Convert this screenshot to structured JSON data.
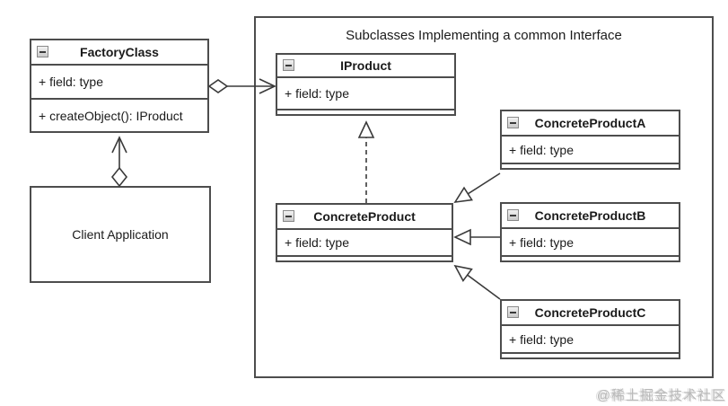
{
  "diagram_title": "Subclasses Implementing a common Interface",
  "classes": {
    "factory": {
      "name": "FactoryClass",
      "field": "+ field: type",
      "method": "+ createObject(): IProduct"
    },
    "client": {
      "name": "Client Application"
    },
    "iproduct": {
      "name": "IProduct",
      "field": "+ field: type"
    },
    "concrete": {
      "name": "ConcreteProduct",
      "field": "+ field: type"
    },
    "product_a": {
      "name": "ConcreteProductA",
      "field": "+ field: type"
    },
    "product_b": {
      "name": "ConcreteProductB",
      "field": "+ field: type"
    },
    "product_c": {
      "name": "ConcreteProductC",
      "field": "+ field: type"
    }
  },
  "relationships": [
    {
      "from": "Client Application",
      "to": "FactoryClass",
      "type": "directed association with diamond"
    },
    {
      "from": "FactoryClass",
      "to": "IProduct",
      "type": "directed association with diamond"
    },
    {
      "from": "ConcreteProduct",
      "to": "IProduct",
      "type": "realization (dashed, hollow triangle)"
    },
    {
      "from": "ConcreteProductA",
      "to": "ConcreteProduct",
      "type": "generalization (hollow triangle)"
    },
    {
      "from": "ConcreteProductB",
      "to": "ConcreteProduct",
      "type": "generalization (hollow triangle)"
    },
    {
      "from": "ConcreteProductC",
      "to": "ConcreteProduct",
      "type": "generalization (hollow triangle)"
    }
  ],
  "icons": {
    "collapse": "minus-square"
  },
  "watermark": "@稀土掘金技术社区",
  "colors": {
    "line": "#3a3a3a",
    "border": "#4d4d4d",
    "text": "#1a1a1a",
    "watermark": "#b9b9b9"
  }
}
